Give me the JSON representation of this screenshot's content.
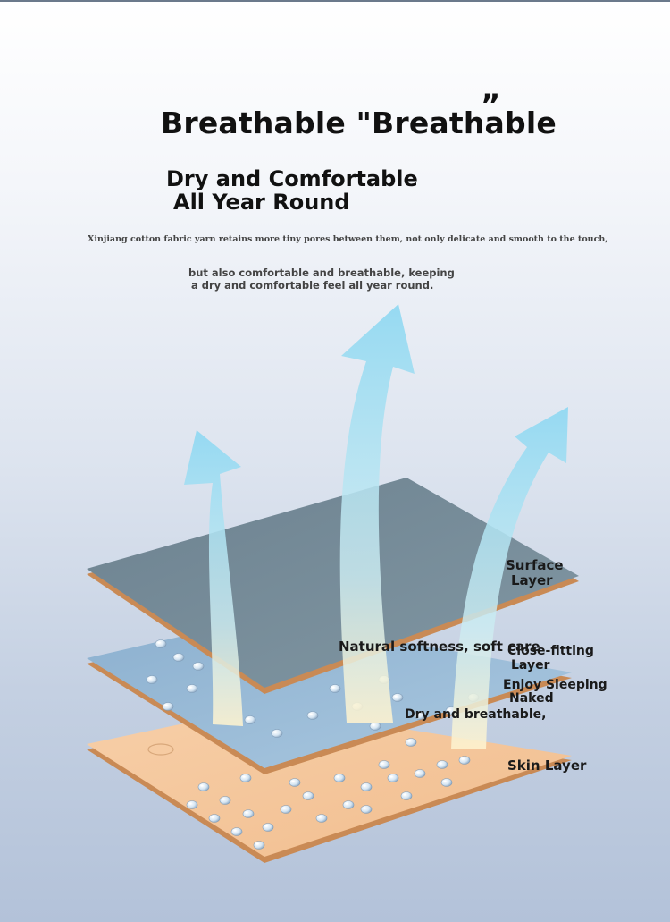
{
  "heading": {
    "title": "Breathable \"Breathable",
    "title_mark": "”",
    "subtitle_line1": "Dry and Comfortable",
    "subtitle_line2": "All Year Round"
  },
  "description": {
    "line1": "Xinjiang cotton fabric yarn retains more tiny pores between them, not only delicate and smooth to the touch,",
    "line2": "but also comfortable and breathable, keeping",
    "line3": "a dry and comfortable feel all year round."
  },
  "layers": [
    {
      "name_line1": "Surface",
      "name_line2": "Layer",
      "color": "#6f838e"
    },
    {
      "name_line1": "Close-fitting",
      "name_line2": "Layer",
      "color": "#9bbbd6"
    },
    {
      "name_line1": "Skin Layer",
      "name_line2": "",
      "color": "#f5c59c"
    }
  ],
  "annotations": {
    "natural": "Natural softness, soft care",
    "enjoy_line1": "Enjoy Sleeping",
    "enjoy_line2": "Naked",
    "dry": "Dry and breathable,"
  },
  "colors": {
    "arrow": "#8fd8f2",
    "board_edge": "#c98a55",
    "text": "#111111"
  },
  "icons": [
    "upward-airflow-arrow",
    "water-droplet"
  ]
}
